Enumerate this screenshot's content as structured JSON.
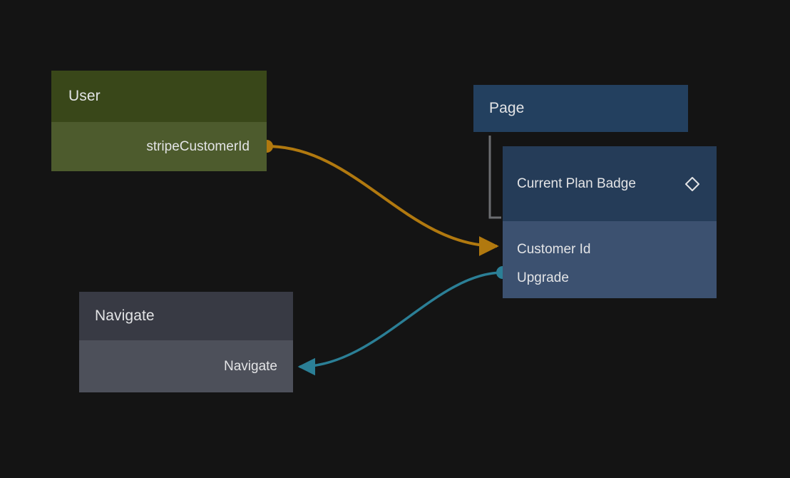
{
  "diagram": {
    "background_color": "#141414",
    "nodes": [
      {
        "id": "user",
        "title": "User",
        "header_color": "#394719",
        "body_color": "#4d5b2d",
        "fields": [
          {
            "label": "stripeCustomerId",
            "port": "right",
            "port_color": "#b1790f"
          }
        ]
      },
      {
        "id": "page",
        "title": "Page",
        "header_color": "#23405f"
      },
      {
        "id": "page-sub",
        "badge_label": "Current Plan Badge",
        "badge_icon": "diamond-icon",
        "badge_color": "#253c58",
        "rows_color": "#3c5170",
        "fields": [
          {
            "label": "Customer Id",
            "port": "left",
            "port_color": "#b1790f"
          },
          {
            "label": "Upgrade",
            "port": "left",
            "port_color": "#2b7f96"
          }
        ]
      },
      {
        "id": "navigate",
        "title": "Navigate",
        "header_color": "#383a44",
        "body_color": "#4d505a",
        "fields": [
          {
            "label": "Navigate",
            "port": "right",
            "port_color": "#2b7f96"
          }
        ]
      }
    ],
    "edges": [
      {
        "id": "edge-stripe-customerid",
        "from": "User.stripeCustomerId",
        "to": "Page.Customer Id",
        "color": "#b1790f",
        "marker": "arrow-end",
        "source_dot": true
      },
      {
        "id": "edge-upgrade-navigate",
        "from": "Page.Upgrade",
        "to": "Navigate.Navigate",
        "color": "#2b7f96",
        "marker": "arrow-end",
        "source_dot": true
      }
    ],
    "tree_connector": {
      "color": "#6b6d70",
      "from": "Page",
      "to": "Customer Id"
    }
  }
}
